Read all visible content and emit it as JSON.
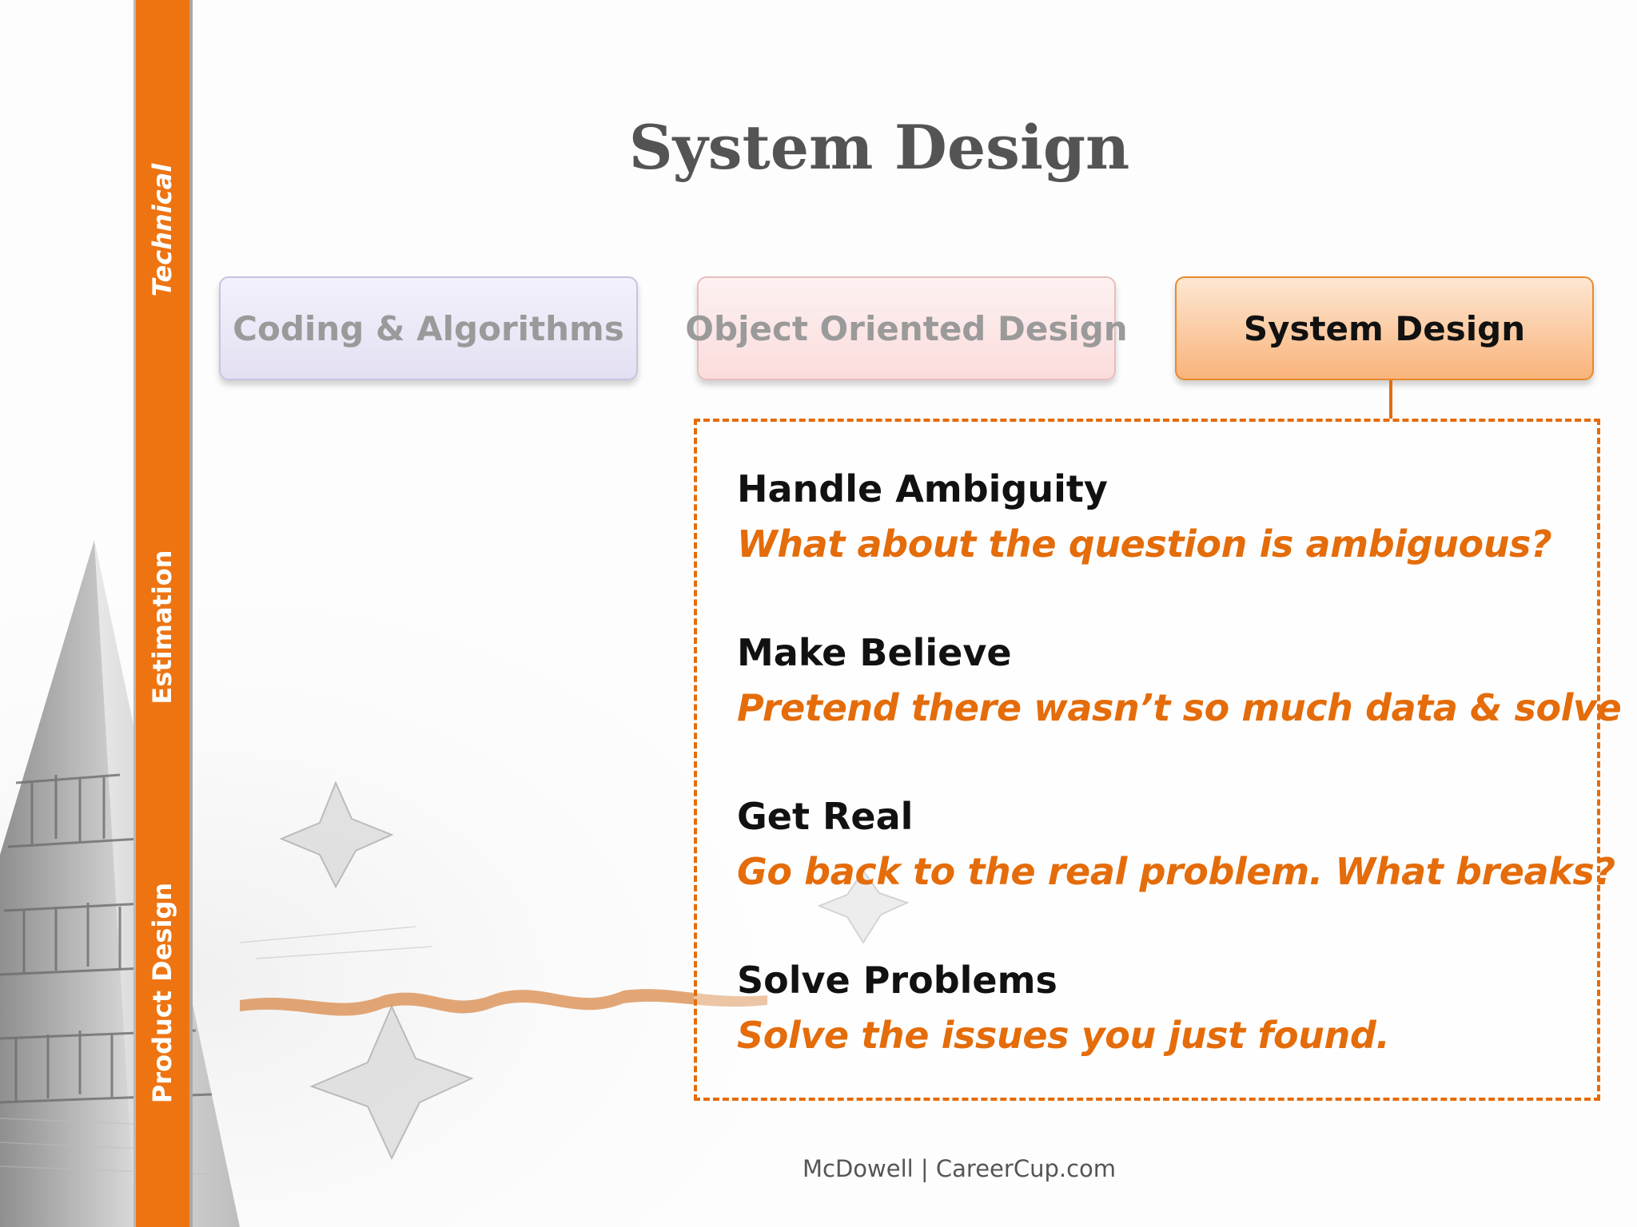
{
  "slide": {
    "title": "System Design",
    "rail": {
      "labels": [
        "Technical",
        "Estimation",
        "Product Design"
      ]
    },
    "tabs": [
      {
        "label": "Coding & Algorithms",
        "state": "inactive"
      },
      {
        "label": "Object Oriented Design",
        "state": "inactive"
      },
      {
        "label": "System Design",
        "state": "active"
      }
    ],
    "items": [
      {
        "heading": "Handle Ambiguity",
        "detail": "What about the question is ambiguous?"
      },
      {
        "heading": "Make Believe",
        "detail": "Pretend there wasn’t so much data & solve"
      },
      {
        "heading": "Get Real",
        "detail": "Go back to the real problem. What breaks?"
      },
      {
        "heading": "Solve Problems",
        "detail": "Solve the issues you just found."
      }
    ],
    "footer": "McDowell | CareerCup.com"
  },
  "colors": {
    "accent": "#e46c0a",
    "rail": "#ee7411",
    "title": "#545454"
  },
  "icons": [
    "pyramid-sketch-illustration",
    "star-polyhedron-illustration"
  ]
}
